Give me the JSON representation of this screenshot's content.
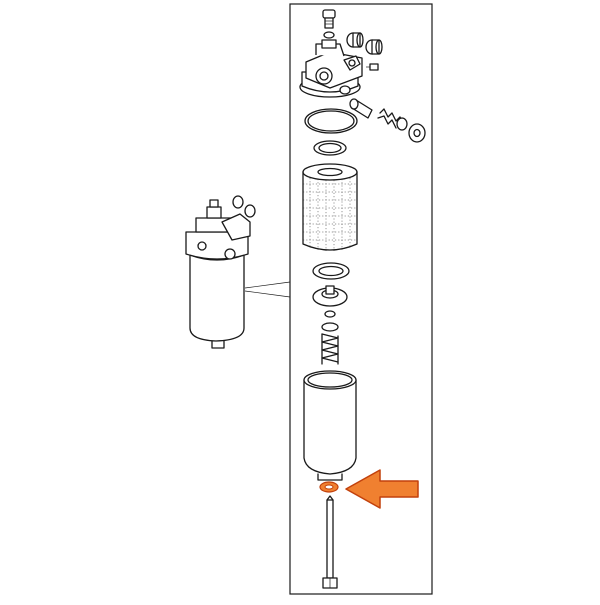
{
  "diagram": {
    "colors": {
      "line": "#1a1a1a",
      "background": "#ffffff",
      "highlight_fill": "#f08030",
      "highlight_stroke": "#c2410c"
    },
    "components": [
      "bleed-screw",
      "filter-head",
      "o-ring",
      "filter-element",
      "gasket",
      "spring-seat",
      "spring",
      "filter-bowl",
      "drain-washer",
      "center-bolt",
      "assembled-filter"
    ],
    "highlighted_part": "drain-washer",
    "pointer_icon": "arrow-left-icon"
  }
}
